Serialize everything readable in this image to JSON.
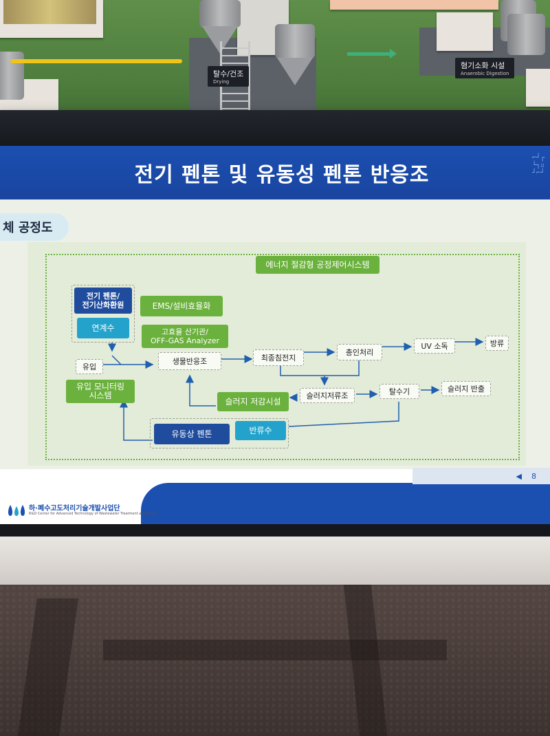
{
  "scene": {
    "model_labels": [
      {
        "main": "탈수/건조",
        "sub": "Drying"
      },
      {
        "main": "혐기소화 시설",
        "sub": "Anaerobic Digestion"
      }
    ]
  },
  "screen": {
    "title": "전기 펜톤 및 유동성 펜톤 반응조",
    "section": "체 공정도",
    "nav": {
      "prev": "◀",
      "page": "8"
    },
    "org": {
      "name": "하·폐수고도처리기술개발사업단",
      "sub": "R&D Center for Advanced Technology of Wastewater Treatment and Reuse"
    }
  },
  "diagram": {
    "top_label": "에너지 절감형 공정제어시스템",
    "electro_fenton": "전기 펜톤/\n전기산화환원",
    "linked_water": "연계수",
    "ems": "EMS/설비효율화",
    "high_eff": "고효율 산기관/\nOFF-GAS Analyzer",
    "inflow": "유입",
    "inflow_monitor": "유입 모니터링\n시스템",
    "bio_reactor": "생물반응조",
    "final_clarifier": "최종침전지",
    "phosphorus": "총인처리",
    "uv": "UV 소독",
    "discharge": "방류",
    "sludge_reduction": "슬러지 저감시설",
    "sludge_storage": "슬러지저류조",
    "dewatering": "탈수기",
    "sludge_out": "슬러지 반출",
    "fluid_fenton": "유동상 펜톤",
    "return_water": "반류수"
  }
}
